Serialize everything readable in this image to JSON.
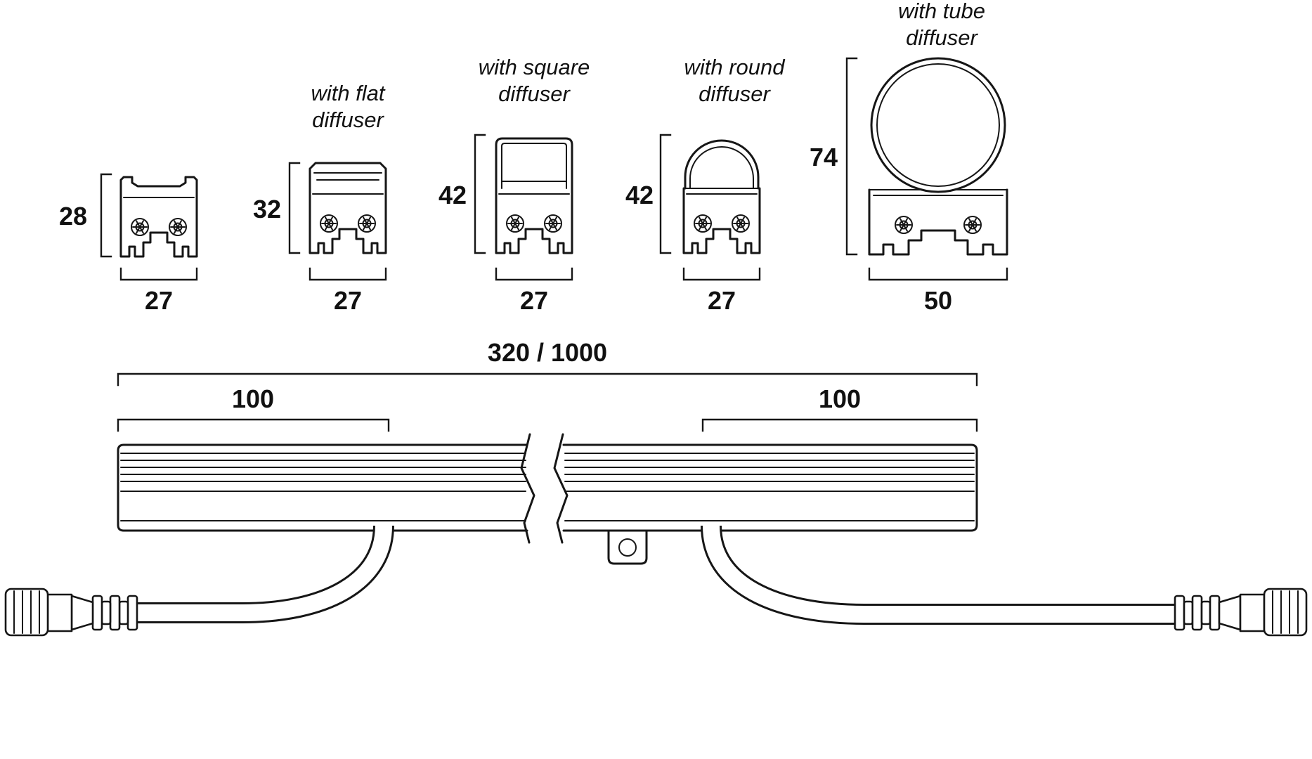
{
  "diagram": {
    "profiles": [
      {
        "name": "bare-profile",
        "label1": "",
        "label2": "",
        "height": "28",
        "width": "27"
      },
      {
        "name": "flat-diffuser",
        "label1": "with flat",
        "label2": "diffuser",
        "height": "32",
        "width": "27"
      },
      {
        "name": "square-diffuser",
        "label1": "with square",
        "label2": "diffuser",
        "height": "42",
        "width": "27"
      },
      {
        "name": "round-diffuser",
        "label1": "with round",
        "label2": "diffuser",
        "height": "42",
        "width": "27"
      },
      {
        "name": "tube-diffuser",
        "label1": "with tube",
        "label2": "diffuser",
        "height": "74",
        "width": "50"
      }
    ],
    "assembly": {
      "overall_length": "320 / 1000",
      "left_offset": "100",
      "right_offset": "100"
    },
    "line_color": "#161616"
  }
}
